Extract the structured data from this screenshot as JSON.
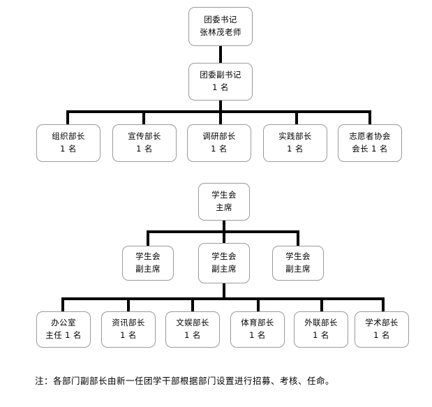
{
  "chart": {
    "title_note": "注：各部门副部长由新一任团学干部根据部门设置进行招募、考核、任命。",
    "league": {
      "secretary": {
        "line1": "团委书记",
        "line2": "张林茂老师"
      },
      "vice_secretary": {
        "line1": "团委副书记",
        "line2": "1 名"
      },
      "departments": [
        {
          "line1": "组织部长",
          "line2": "1 名"
        },
        {
          "line1": "宣传部长",
          "line2": "1 名"
        },
        {
          "line1": "调研部长",
          "line2": "1 名"
        },
        {
          "line1": "实践部长",
          "line2": "1 名"
        },
        {
          "line1": "志愿者协会",
          "line2": "会长 1 名"
        }
      ]
    },
    "union": {
      "chairman": {
        "line1": "学生会",
        "line2": "主席"
      },
      "vice_chairmen": [
        {
          "line1": "学生会",
          "line2": "副主席"
        },
        {
          "line1": "学生会",
          "line2": "副主席"
        },
        {
          "line1": "学生会",
          "line2": "副主席"
        }
      ],
      "departments": [
        {
          "line1": "办公室",
          "line2": "主任 1 名"
        },
        {
          "line1": "资讯部长",
          "line2": "1 名"
        },
        {
          "line1": "文娱部长",
          "line2": "1 名"
        },
        {
          "line1": "体育部长",
          "line2": "1 名"
        },
        {
          "line1": "外联部长",
          "line2": "1 名"
        },
        {
          "line1": "学术部长",
          "line2": "1 名"
        }
      ]
    },
    "colors": {
      "connector": "#000000",
      "box_border": "#9a9a9a",
      "background": "#ffffff",
      "text": "#000000"
    }
  }
}
